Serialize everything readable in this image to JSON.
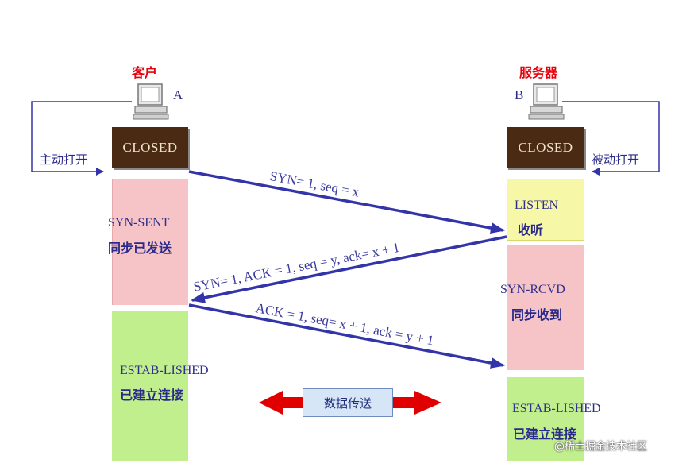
{
  "client": {
    "title": "客户",
    "letter": "A",
    "open_label": "主动打开"
  },
  "server": {
    "title": "服务器",
    "letter": "B",
    "open_label": "被动打开"
  },
  "client_states": {
    "closed": "CLOSED",
    "syn_sent_en": "SYN-SENT",
    "syn_sent_zh": "同步已发送",
    "established_en": "ESTAB-LISHED",
    "established_zh": "已建立连接"
  },
  "server_states": {
    "closed": "CLOSED",
    "listen_en": "LISTEN",
    "listen_zh": "收听",
    "syn_rcvd_en": "SYN-RCVD",
    "syn_rcvd_zh": "同步收到",
    "established_en": "ESTAB-LISHED",
    "established_zh": "已建立连接"
  },
  "messages": {
    "syn": "SYN= 1, seq = x",
    "syn_ack": "SYN= 1, ACK = 1, seq = y, ack= x + 1",
    "ack": "ACK = 1, seq= x + 1, ack = y + 1"
  },
  "data_transfer": "数据传送",
  "watermark": "@稀土掘金技术社区",
  "colors": {
    "closed": "#4a2a12",
    "pink": "#f6c4c7",
    "green": "#c2ef8d",
    "yellow": "#f7f7a8",
    "arrow": "#3333aa",
    "title": "#e8000b",
    "transfer_arrow": "#e00000"
  }
}
